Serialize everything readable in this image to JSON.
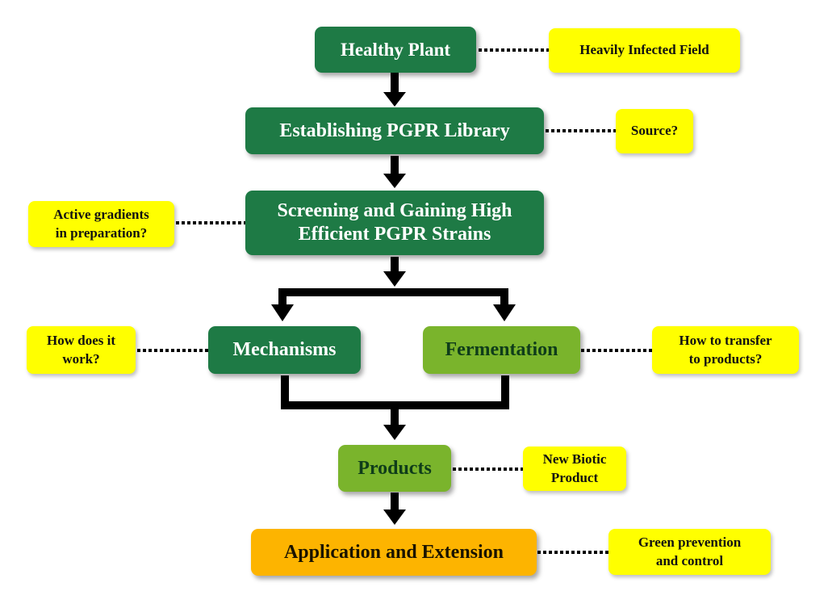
{
  "main_steps": {
    "healthy_plant": "Healthy Plant",
    "library": "Establishing PGPR Library",
    "screening_line1": "Screening and Gaining High",
    "screening_line2": "Efficient PGPR Strains",
    "mechanisms": "Mechanisms",
    "fermentation": "Fermentation",
    "products": "Products",
    "application": "Application and Extension"
  },
  "side_notes": {
    "infected_field": "Heavily Infected Field",
    "source": "Source?",
    "active_line1": "Active gradients",
    "active_line2": "in preparation?",
    "how_work_line1": "How does it",
    "how_work_line2": "work?",
    "transfer_line1": "How  to transfer",
    "transfer_line2": "to products?",
    "biotic_line1": "New Biotic",
    "biotic_line2": "Product",
    "green_line1": "Green prevention",
    "green_line2": "and control"
  },
  "colors": {
    "dark_green": "#1e7a45",
    "light_green": "#7ab42c",
    "orange": "#fdb400",
    "yellow": "#ffff00",
    "connector": "#000000"
  }
}
